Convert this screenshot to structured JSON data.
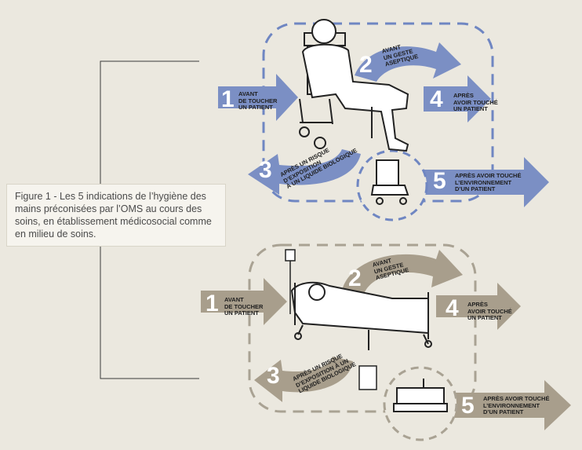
{
  "caption": "Figure 1 - Les 5 indications de l’hygiène des mains préconisées par l’OMS au cours des soins, en établissement médicosocial comme en milieu de soins.",
  "colors": {
    "background": "#ebe8df",
    "blue": "#7b8fc4",
    "tan": "#a89e8c",
    "dash_blue": "#6f86c2",
    "dash_tan": "#a9a293"
  },
  "top": {
    "n1": "1",
    "l1": "AVANT\nDE TOUCHER\nUN PATIENT",
    "n2": "2",
    "l2": "AVANT\nUN GESTE\nASEPTIQUE",
    "n3": "3",
    "l3": "APRÈS UN RISQUE\nD’EXPOSITION\nÀ UN LIQUIDE BIOLOGIQUE",
    "n4": "4",
    "l4": "APRÈS\nAVOIR TOUCHÉ\nUN PATIENT",
    "n5": "5",
    "l5": "APRÈS AVOIR TOUCHÉ\nL’ENVIRONNEMENT\nD’UN PATIENT"
  },
  "bottom": {
    "n1": "1",
    "l1": "AVANT\nDE TOUCHER\nUN PATIENT",
    "n2": "2",
    "l2": "AVANT\nUN GESTE\nASEPTIQUE",
    "n3": "3",
    "l3": "APRÈS UN RISQUE\nD’EXPOSITION À UN\nLIQUIDE BIOLOGIQUE",
    "n4": "4",
    "l4": "APRÈS\nAVOIR TOUCHÉ\nUN PATIENT",
    "n5": "5",
    "l5": "APRÈS AVOIR TOUCHÉ\nL’ENVIRONNEMENT\nD’UN PATIENT"
  }
}
